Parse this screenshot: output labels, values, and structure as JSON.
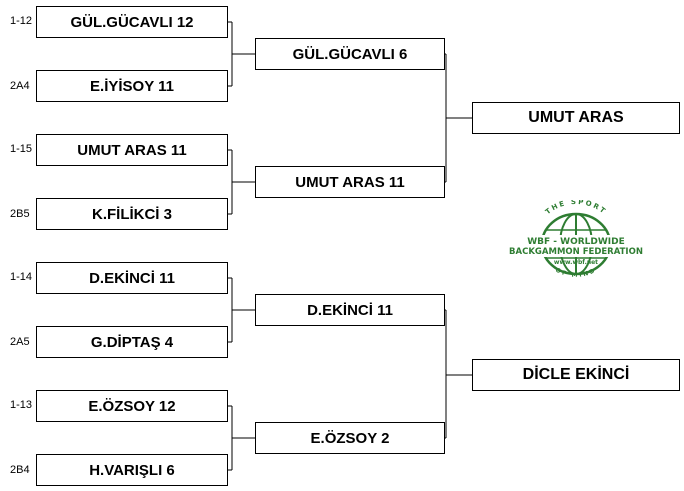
{
  "seeds": [
    "1-12",
    "2A4",
    "1-15",
    "2B5",
    "1-14",
    "2A5",
    "1-13",
    "2B4"
  ],
  "round1": [
    "GÜL.GÜCAVLI  12",
    "E.İYİSOY  11",
    "UMUT ARAS  11",
    "K.FİLİKCİ  3",
    "D.EKİNCİ  11",
    "G.DİPTAŞ  4",
    "E.ÖZSOY  12",
    "H.VARIŞLI  6"
  ],
  "round2": [
    "GÜL.GÜCAVLI  6",
    "UMUT ARAS  11",
    "D.EKİNCİ  11",
    "E.ÖZSOY  2"
  ],
  "finals": [
    "UMUT ARAS",
    "DİCLE EKİNCİ"
  ],
  "logo": {
    "top_text": "THE SPORT",
    "line1": "WBF - WORLDWIDE",
    "line2": "BACKGAMMON FEDERATION",
    "url": "www.wbf.net",
    "bottom_text": "OF MIND",
    "color": "#2e7d32"
  }
}
